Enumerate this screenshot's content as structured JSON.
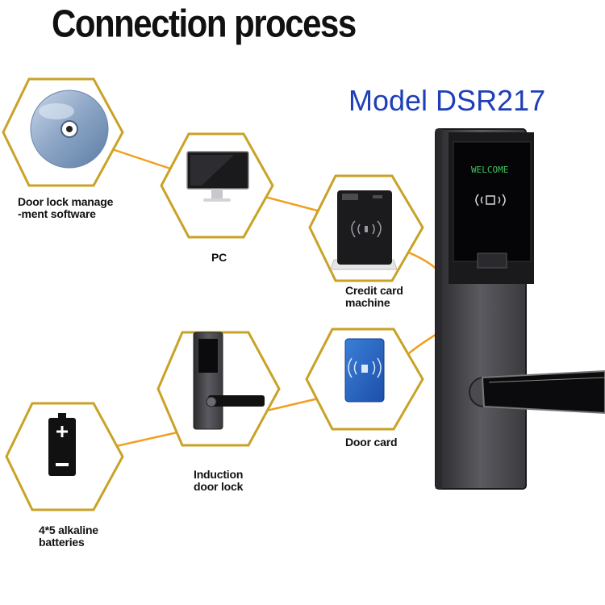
{
  "title": "Connection process",
  "model": "Model DSR217",
  "nodes": {
    "software": {
      "label_1": "Door lock manage",
      "label_2": "-ment software",
      "icon": "cd-disc-icon"
    },
    "pc": {
      "label": "PC",
      "icon": "monitor-icon"
    },
    "card_machine": {
      "label_1": "Credit card",
      "label_2": "machine",
      "icon": "card-reader-icon"
    },
    "door_card": {
      "label": "Door card",
      "icon": "rfid-card-icon"
    },
    "lock": {
      "label_1": "Induction",
      "label_2": "door lock",
      "icon": "door-lock-icon"
    },
    "batteries": {
      "label_1": "4*5 alkaline",
      "label_2": "batteries",
      "icon": "battery-icon"
    }
  },
  "product": {
    "screen_text": "WELCOME"
  },
  "colors": {
    "connector": "#f0a020",
    "hex_border": "#c9a227",
    "model_text": "#1f3fb8"
  }
}
